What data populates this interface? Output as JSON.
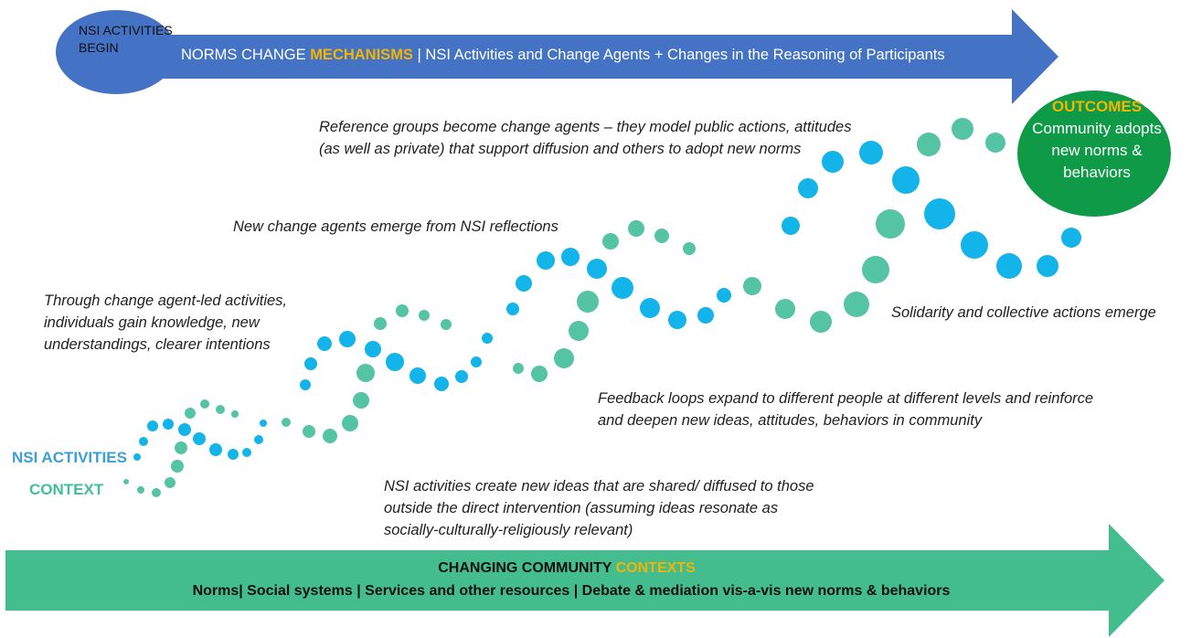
{
  "start_bubble": {
    "label": "NSI ACTIVITIES BEGIN"
  },
  "mechanisms_arrow": {
    "title_prefix": "NORMS CHANGE",
    "title_accent": "MECHANISMS",
    "title_suffix": "| NSI Activities and Change Agents + Changes in the Reasoning of Participants"
  },
  "outcomes": {
    "heading": "OUTCOMES",
    "text": "Community adopts new norms & behaviors"
  },
  "notes": {
    "reference_groups": "Reference groups become change agents – they model public actions, attitudes (as well as private) that support diffusion and others to adopt new norms",
    "new_change_agents": "New change agents emerge from NSI reflections",
    "through_activities": "Through change agent-led activities, individuals gain knowledge, new understandings, clearer intentions",
    "solidarity": "Solidarity and collective actions emerge",
    "feedback_loops": "Feedback loops expand to different people at different levels and reinforce and deepen new ideas, attitudes, behaviors in community",
    "nsi_creates": "NSI activities create new ideas that are shared/ diffused to those outside the direct intervention (assuming ideas resonate as socially-culturally-religiously relevant)"
  },
  "left_labels": {
    "activities": "NSI ACTIVITIES",
    "context": "CONTEXT"
  },
  "contexts_arrow": {
    "title_prefix": "CHANGING COMMUNITY",
    "title_accent": "CONTEXTS",
    "subtitle": "Norms| Social systems | Services and other resources | Debate & mediation vis-a-vis new norms & behaviors"
  },
  "colors": {
    "top_arrow": "#4472c4",
    "bottom_arrow": "#43bc8e",
    "accent": "#f5b400",
    "outcome_circle": "#0f9a48",
    "dot_blue": "#12b4ea",
    "dot_green": "#55c4a4",
    "activities_label": "#3a9fd8",
    "context_label": "#3fbf9a"
  }
}
